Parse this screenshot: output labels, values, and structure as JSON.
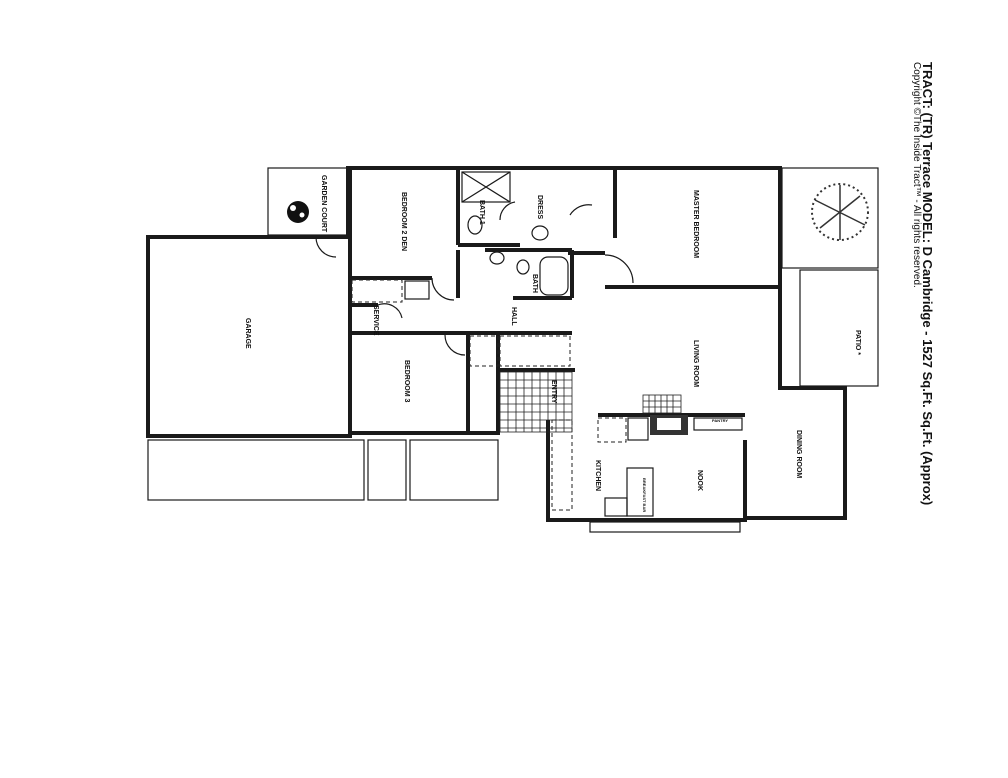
{
  "header": {
    "title": "TRACT: (TR) Terrace  MODEL: D   Cambridge  -  1527 Sq.Ft. Sq.Ft. (Approx)",
    "copyright": "Copyright ©The Inside Tract™ - All rights reserved."
  },
  "rooms": {
    "garden_court": "GARDEN COURT",
    "bedroom2": "BEDROOM 2 DEN",
    "bath1": "BATH 1",
    "dress": "DRESS",
    "master": "MASTER BEDROOM",
    "bath": "BATH",
    "hall": "HALL",
    "service": "SERVICE",
    "garage": "GARAGE",
    "bedroom3": "BEDROOM 3",
    "entry": "ENTRY",
    "living": "LIVING ROOM",
    "patio": "PATIO *",
    "pantry": "PANTRY",
    "kitchen": "KITCHEN",
    "nook": "NOOK",
    "breakfast_bar": "BREAKFAST BAR",
    "dining": "DINING ROOM"
  }
}
